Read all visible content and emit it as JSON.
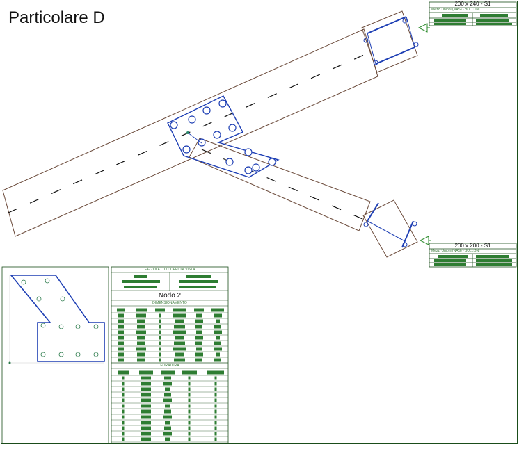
{
  "drawing": {
    "title": "Particolare D"
  },
  "section_tables": [
    {
      "profile": "200 x 240 - S1",
      "subtitle": "Mezzi Unioni (NAS) - BULLONI"
    },
    {
      "profile": "200 x 200 - S1",
      "subtitle": "Mezzi Unioni (NAS) - BULLONI"
    }
  ],
  "node_table": {
    "header": "FAZZOLETTO DOPPIO A VISTA",
    "node_label": "Nodo 2",
    "dimensioning_header": "DIMENSIONAMENTO",
    "drilling_header": "FORATURA"
  },
  "colors": {
    "outline": "#1a4d1a",
    "beam": "#6b4a3a",
    "plate": "#1e3fb4",
    "cell": "#2e7d32"
  }
}
